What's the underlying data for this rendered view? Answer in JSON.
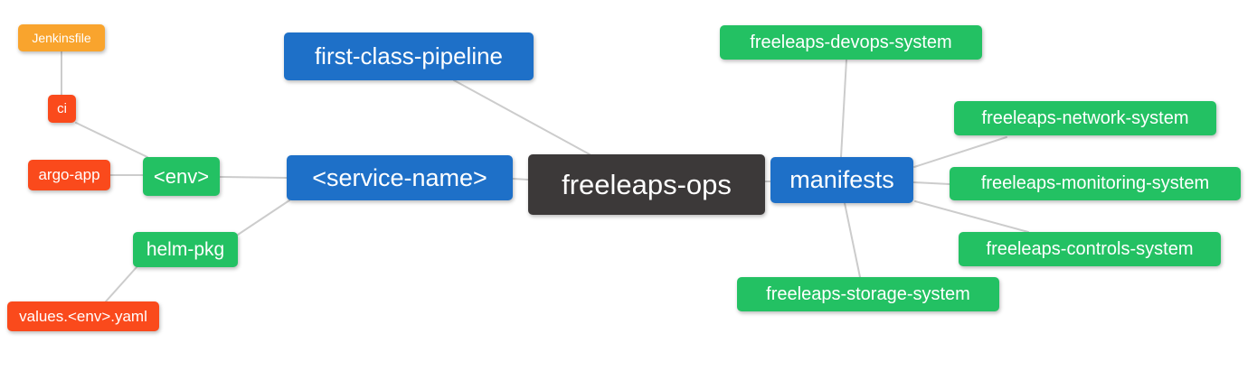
{
  "diagram": {
    "type": "mindmap",
    "edge_color": "#cccccc",
    "background": "#ffffff",
    "palette": {
      "root_dark": "#3C3939",
      "branch_blue": "#1E70C8",
      "level_green": "#23C163",
      "level_red": "#FA4A1C",
      "level_orange": "#F9A42D",
      "text": "#ffffff"
    }
  },
  "nodes": {
    "root": {
      "label": "freeleaps-ops",
      "color": "#3C3939"
    },
    "first_class_pipeline": {
      "label": "first-class-pipeline",
      "color": "#1E70C8"
    },
    "service_name": {
      "label": "<service-name>",
      "color": "#1E70C8"
    },
    "manifests": {
      "label": "manifests",
      "color": "#1E70C8"
    },
    "env": {
      "label": "<env>",
      "color": "#23C163"
    },
    "helm_pkg": {
      "label": "helm-pkg",
      "color": "#23C163"
    },
    "ci": {
      "label": "ci",
      "color": "#FA4A1C"
    },
    "argo_app": {
      "label": "argo-app",
      "color": "#FA4A1C"
    },
    "values_env_yaml": {
      "label": "values.<env>.yaml",
      "color": "#FA4A1C"
    },
    "jenkinsfile": {
      "label": "Jenkinsfile",
      "color": "#F9A42D"
    },
    "devops_system": {
      "label": "freeleaps-devops-system",
      "color": "#23C163"
    },
    "network_system": {
      "label": "freeleaps-network-system",
      "color": "#23C163"
    },
    "monitoring_system": {
      "label": "freeleaps-monitoring-system",
      "color": "#23C163"
    },
    "controls_system": {
      "label": "freeleaps-controls-system",
      "color": "#23C163"
    },
    "storage_system": {
      "label": "freeleaps-storage-system",
      "color": "#23C163"
    }
  },
  "hierarchy": {
    "freeleaps-ops": [
      "first-class-pipeline",
      "<service-name>",
      "manifests"
    ],
    "<service-name>": [
      "<env>",
      "helm-pkg"
    ],
    "<env>": [
      "ci",
      "argo-app"
    ],
    "ci": [
      "Jenkinsfile"
    ],
    "helm-pkg": [
      "values.<env>.yaml"
    ],
    "manifests": [
      "freeleaps-devops-system",
      "freeleaps-network-system",
      "freeleaps-monitoring-system",
      "freeleaps-controls-system",
      "freeleaps-storage-system"
    ]
  }
}
